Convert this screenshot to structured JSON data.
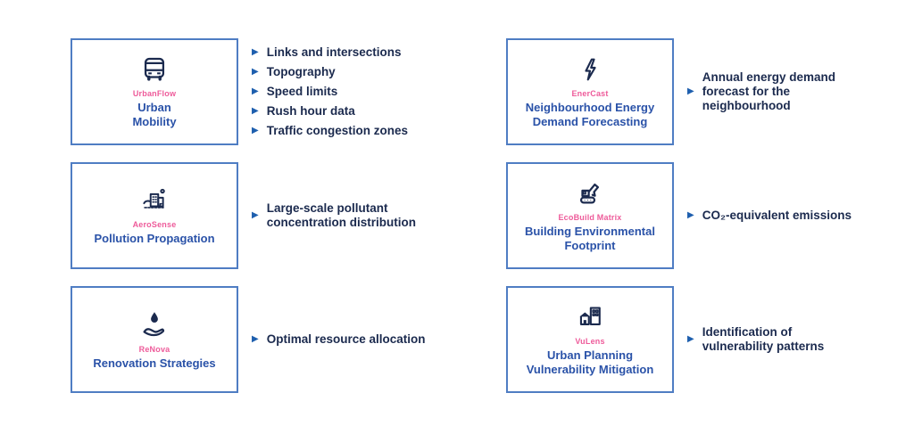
{
  "ui": {
    "bullet_marker": "▶"
  },
  "colors": {
    "background": "#ffffff",
    "card_border": "#4f7dc3",
    "brand_pink": "#ee5b9a",
    "title_blue": "#2a52a8",
    "marker_blue": "#1e5fae",
    "text_navy": "#1b2a4e",
    "icon_navy": "#1b2a4e"
  },
  "modules": [
    {
      "icon": "bus-icon",
      "brand": "UrbanFlow",
      "title": "Urban\nMobility",
      "bullets": [
        "Links and intersections",
        "Topography",
        "Speed limits",
        "Rush hour data",
        "Traffic congestion zones"
      ]
    },
    {
      "icon": "pollution-city-icon",
      "brand": "AeroSense",
      "title": "Pollution Propagation",
      "bullets": [
        "Large-scale pollutant\nconcentration distribution"
      ]
    },
    {
      "icon": "hand-water-drop-icon",
      "brand": "ReNova",
      "title": "Renovation Strategies",
      "bullets": [
        "Optimal resource allocation"
      ]
    },
    {
      "icon": "lightning-bolt-icon",
      "brand": "EnerCast",
      "title": "Neighbourhood Energy\nDemand Forecasting",
      "bullets": [
        "Annual energy demand\nforecast for the\nneighbourhood"
      ]
    },
    {
      "icon": "excavator-icon",
      "brand": "EcoBuild Matrix",
      "title": "Building Environmental\nFootprint",
      "bullets": [
        "CO₂-equivalent emissions"
      ]
    },
    {
      "icon": "buildings-icon",
      "brand": "VuLens",
      "title": "Urban Planning\nVulnerability Mitigation",
      "bullets": [
        "Identification of\nvulnerability patterns"
      ]
    }
  ]
}
